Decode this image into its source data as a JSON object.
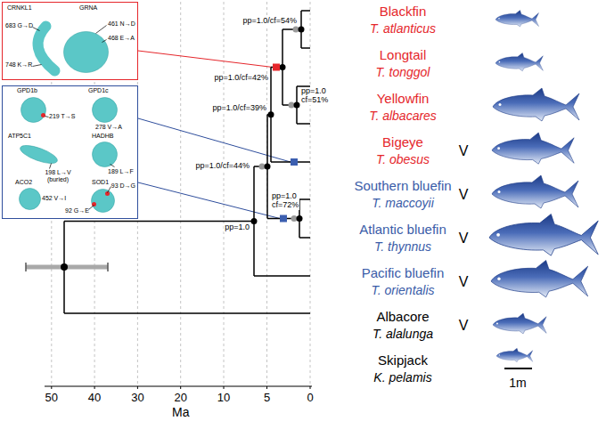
{
  "diagram": {
    "nodes": [
      {
        "text": [
          "CRNKL1",
          "683 G→D",
          "748 K→R",
          "GRNA",
          "461 N→D",
          "468 E→A"
        ]
      },
      {
        "text": [
          "GPD1b",
          "219 T→S",
          "GPD1c",
          "278 V→A",
          "ATP5C1",
          "198 L→V (buried)",
          "HADHB",
          "189 L→F",
          "ACO2",
          "452 V→I",
          "SOD1",
          "93 D→G",
          "92 G→E"
        ]
      }
    ],
    "labels": [
      "pp=1.0/cf=54%",
      "pp=1.0/cf=42%",
      "pp=1.0 cf=51%",
      "pp=1.0/cf=39%",
      "pp=1.0/cf=44%",
      "pp=1.0 cf=72%",
      "pp=1.0",
      "Blackfin",
      "T. atlanticus",
      "Longtail",
      "T. tonggol",
      "Yellowfin",
      "T. albacares",
      "Bigeye",
      "T. obesus",
      "Southern bluefin",
      "T. maccoyii",
      "Atlantic bluefin",
      "T. thynnus",
      "Pacific bluefin",
      "T. orientalis",
      "Albacore",
      "T. alalunga",
      "Skipjack",
      "K. pelamis",
      "V",
      "V",
      "V",
      "V",
      "V",
      "50",
      "40",
      "30",
      "20",
      "10",
      "5",
      "0",
      "Ma",
      "1m"
    ]
  }
}
